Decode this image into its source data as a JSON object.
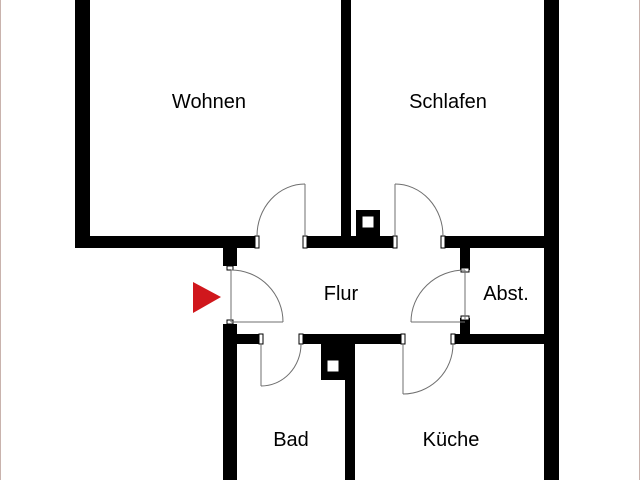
{
  "floorplan": {
    "rooms": [
      {
        "id": "wohnen",
        "label": "Wohnen"
      },
      {
        "id": "schlafen",
        "label": "Schlafen"
      },
      {
        "id": "flur",
        "label": "Flur"
      },
      {
        "id": "abst",
        "label": "Abst."
      },
      {
        "id": "bad",
        "label": "Bad"
      },
      {
        "id": "kueche",
        "label": "Küche"
      }
    ],
    "entrance_marker_color": "#d0171c",
    "wall_color": "#000000"
  }
}
